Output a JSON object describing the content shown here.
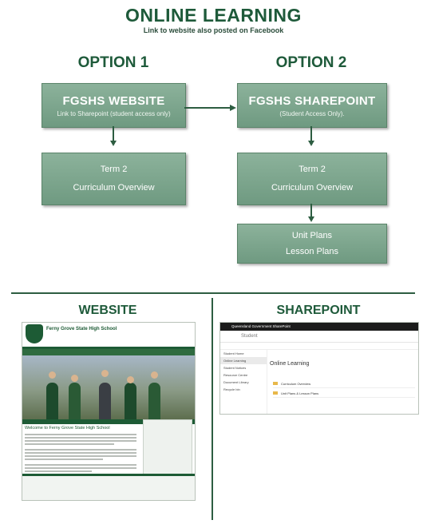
{
  "header": {
    "title": "ONLINE LEARNING",
    "subtitle": "Link to website also posted on Facebook"
  },
  "option1": {
    "label": "OPTION 1",
    "box1": {
      "title": "FGSHS WEBSITE",
      "sub": "Link to Sharepoint (student access only)"
    },
    "box2": {
      "line1": "Term 2",
      "line2": "Curriculum Overview"
    }
  },
  "option2": {
    "label": "OPTION 2",
    "box1": {
      "title": "FGSHS SHAREPOINT",
      "sub": "(Student Access Only)."
    },
    "box2": {
      "line1": "Term 2",
      "line2": "Curriculum Overview"
    },
    "box3": {
      "line1": "Unit Plans",
      "line2": "Lesson Plans"
    }
  },
  "sections": {
    "website": "WEBSITE",
    "sharepoint": "SHAREPOINT"
  },
  "website_shot": {
    "school": "Ferny Grove State High School",
    "welcome": "Welcome to Ferny Grove State High School"
  },
  "sharepoint_shot": {
    "brand": "Queensland Government   SharePoint",
    "site": "Student",
    "nav": [
      "Student Home",
      "Online Learning",
      "Student Notices",
      "Resource Centre",
      "Document Library",
      "Recycle bin"
    ],
    "heading": "Online Learning",
    "files": [
      "Curriculum Overview",
      "Unit Plans & Lesson Plans"
    ]
  },
  "colors": {
    "accent": "#1e5a3a",
    "box": "#7ea68e",
    "line": "#2d5d41"
  }
}
